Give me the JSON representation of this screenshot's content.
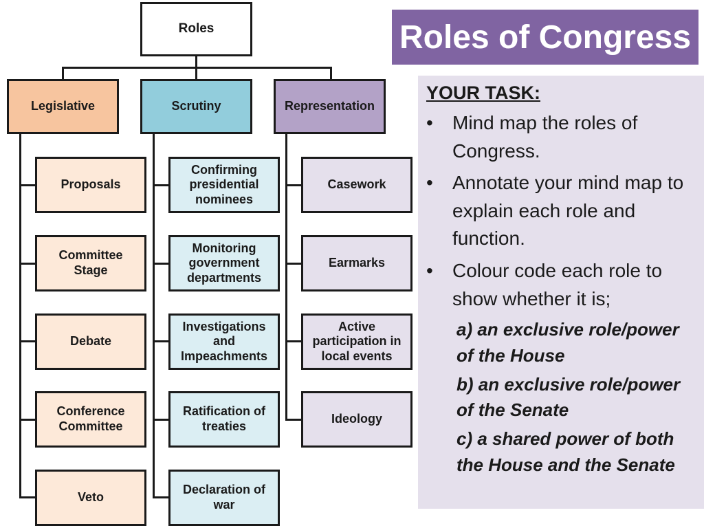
{
  "title": "Roles of Congress",
  "diagram": {
    "root": "Roles",
    "branches": [
      {
        "label": "Legislative",
        "children": [
          "Proposals",
          "Committee Stage",
          "Debate",
          "Conference Committee",
          "Veto"
        ]
      },
      {
        "label": "Scrutiny",
        "children": [
          "Confirming presidential nominees",
          "Monitoring government departments",
          "Investigations and Impeachments",
          "Ratification of treaties",
          "Declaration of war"
        ]
      },
      {
        "label": "Representation",
        "children": [
          "Casework",
          "Earmarks",
          "Active participation in local events",
          "Ideology"
        ]
      }
    ]
  },
  "task": {
    "heading": "YOUR TASK:",
    "bullet_glyph": "•",
    "bullets": [
      "Mind map the roles of Congress.",
      "Annotate your mind map to explain each role and function.",
      "Colour code each role to show whether it is;"
    ],
    "options": [
      "a) an exclusive role/power of the House",
      "b) an exclusive role/power of the Senate",
      "c) a shared power of both the House and the Senate"
    ]
  },
  "colors": {
    "legislative": "#f7c59f",
    "scrutiny": "#92cddc",
    "representation": "#b3a2c7",
    "title_banner": "#8064a2",
    "task_panel": "#e5e0ec"
  }
}
